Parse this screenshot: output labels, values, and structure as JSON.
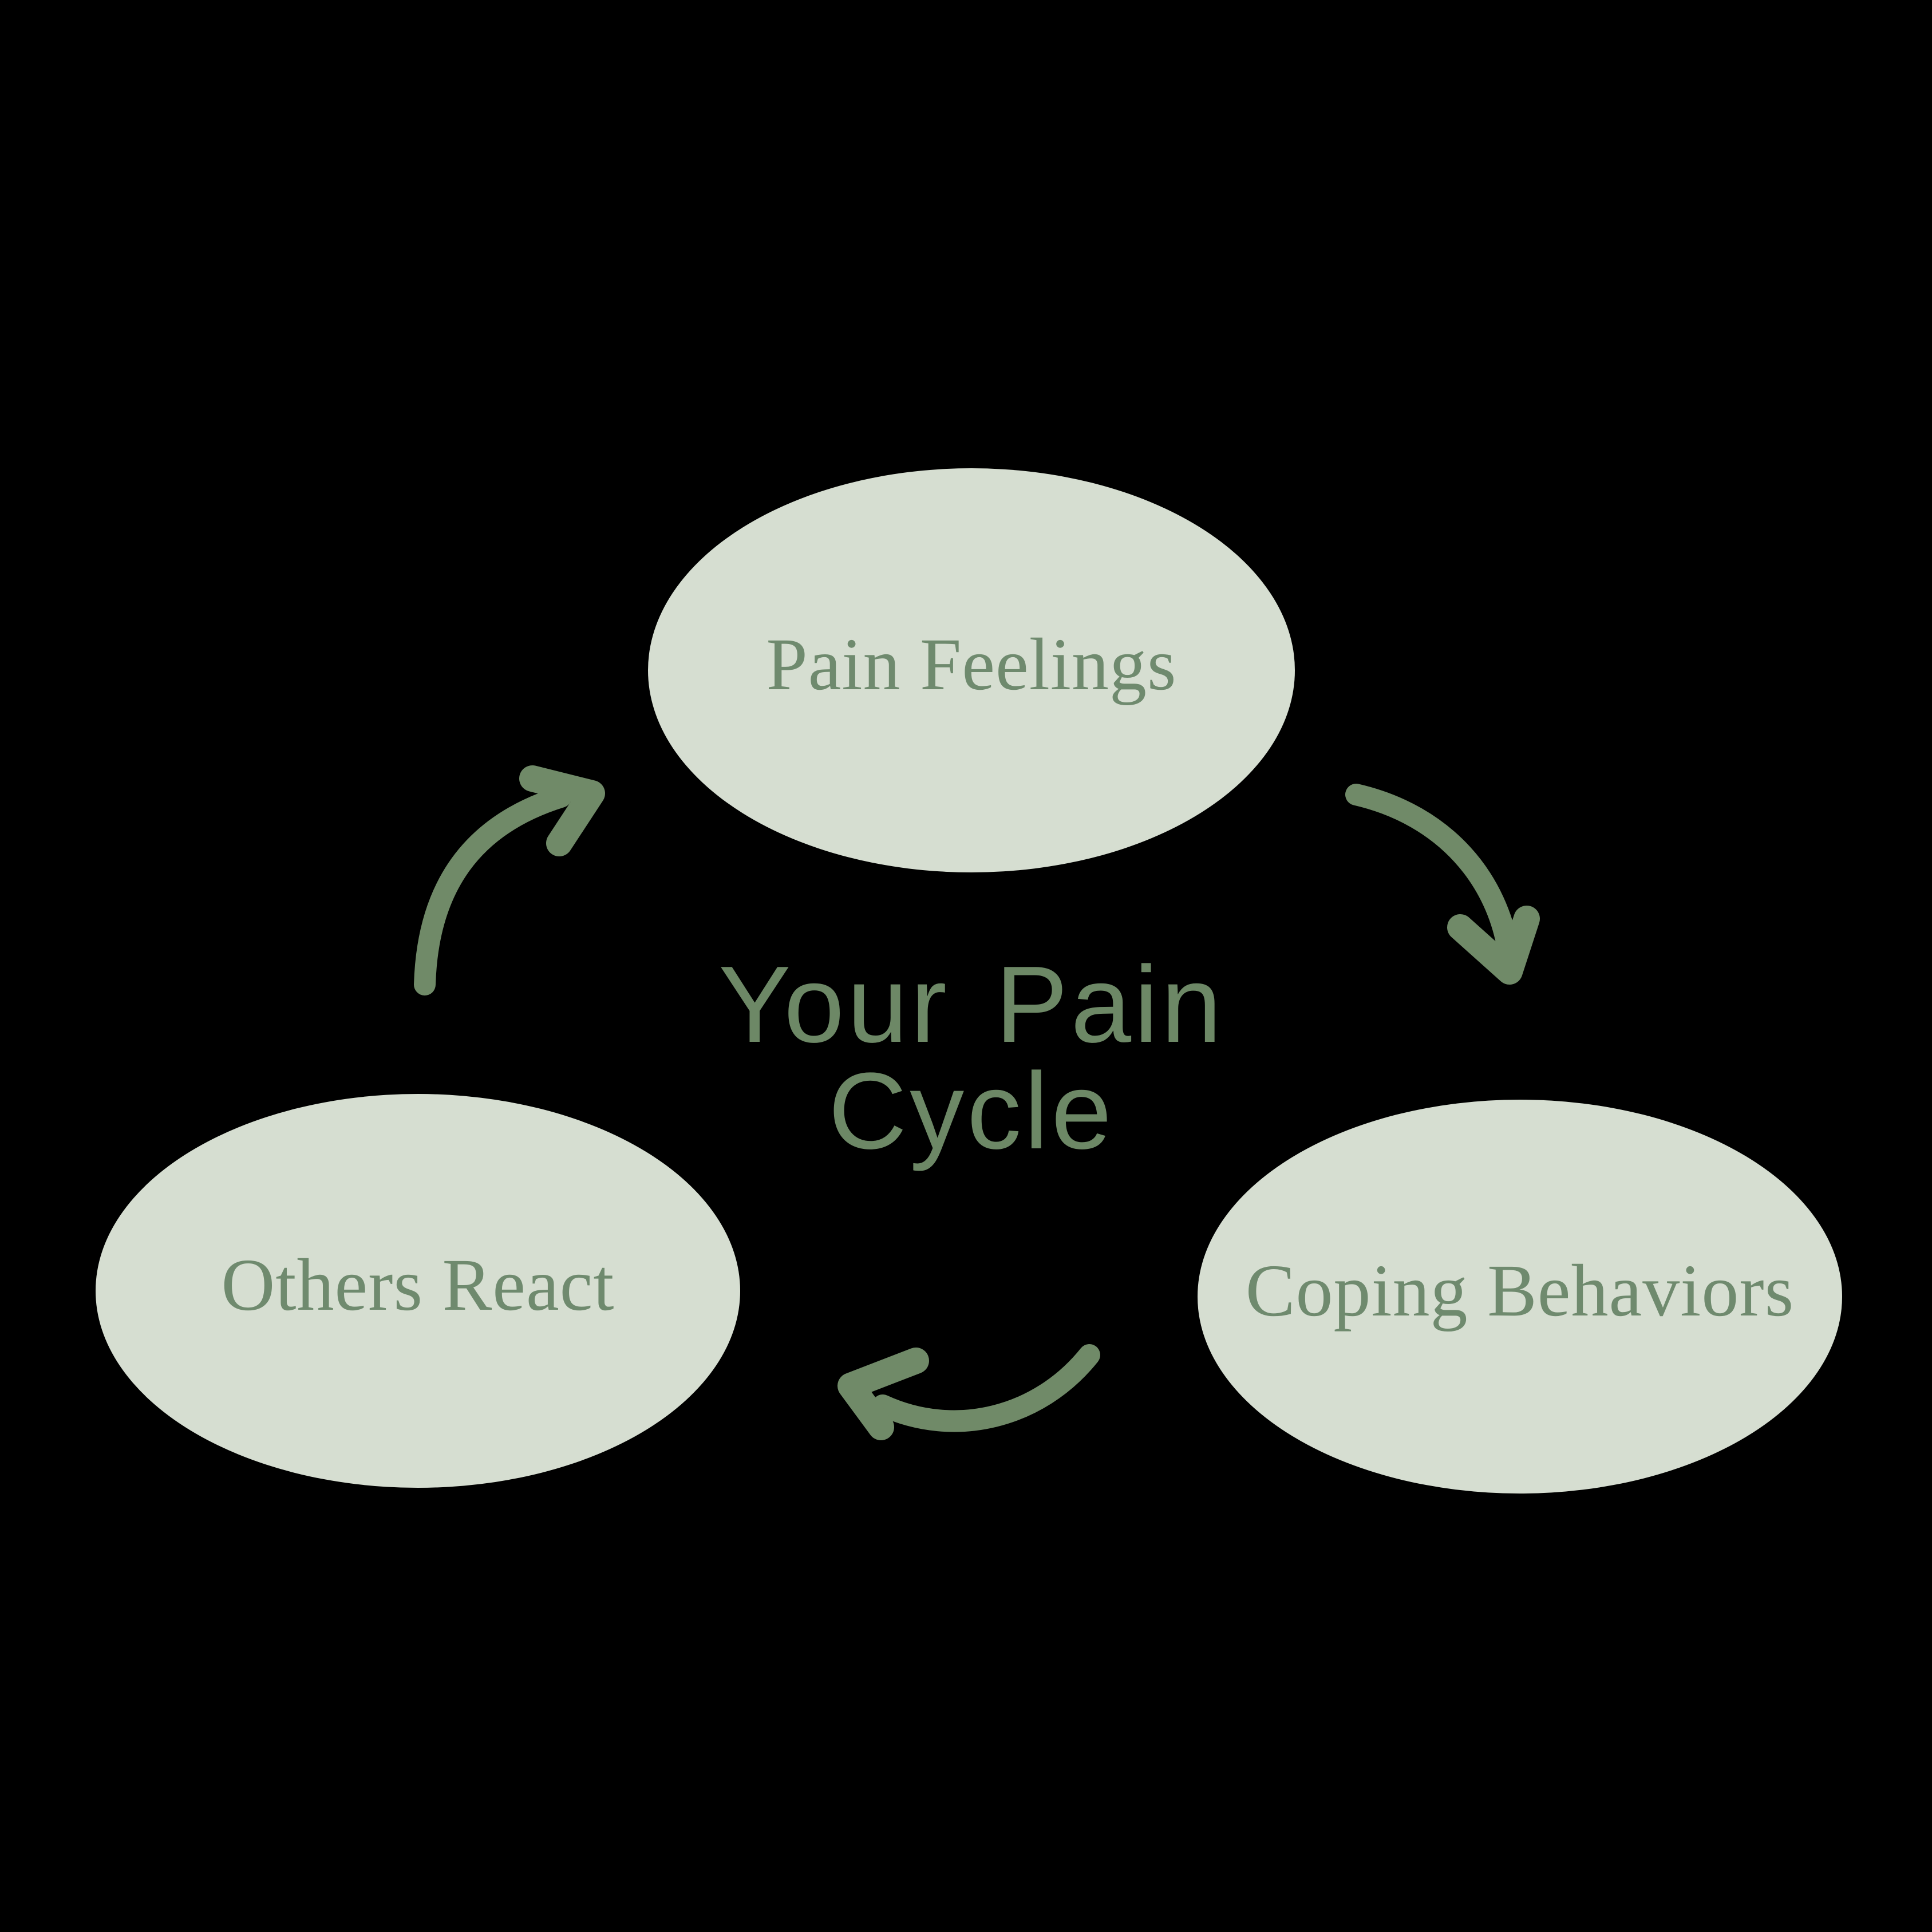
{
  "diagram": {
    "title": {
      "full": "Your Pain Cycle",
      "line1": "Your Pain",
      "line2": "Cycle"
    },
    "nodes": [
      {
        "id": "pain-feelings",
        "label": "Pain Feelings"
      },
      {
        "id": "coping-behaviors",
        "label": "Coping Behaviors"
      },
      {
        "id": "others-react",
        "label": "Others React"
      }
    ],
    "arrows": [
      {
        "id": "pain-to-coping",
        "from": "Pain Feelings",
        "to": "Coping Behaviors"
      },
      {
        "id": "coping-to-others",
        "from": "Coping Behaviors",
        "to": "Others React"
      },
      {
        "id": "others-to-pain",
        "from": "Others React",
        "to": "Pain Feelings"
      }
    ],
    "colors": {
      "background": "#000000",
      "bubble_fill": "#d6ded1",
      "label_text": "#6f8a6e",
      "title_text": "#6d8866",
      "arrow": "#708a68"
    }
  }
}
